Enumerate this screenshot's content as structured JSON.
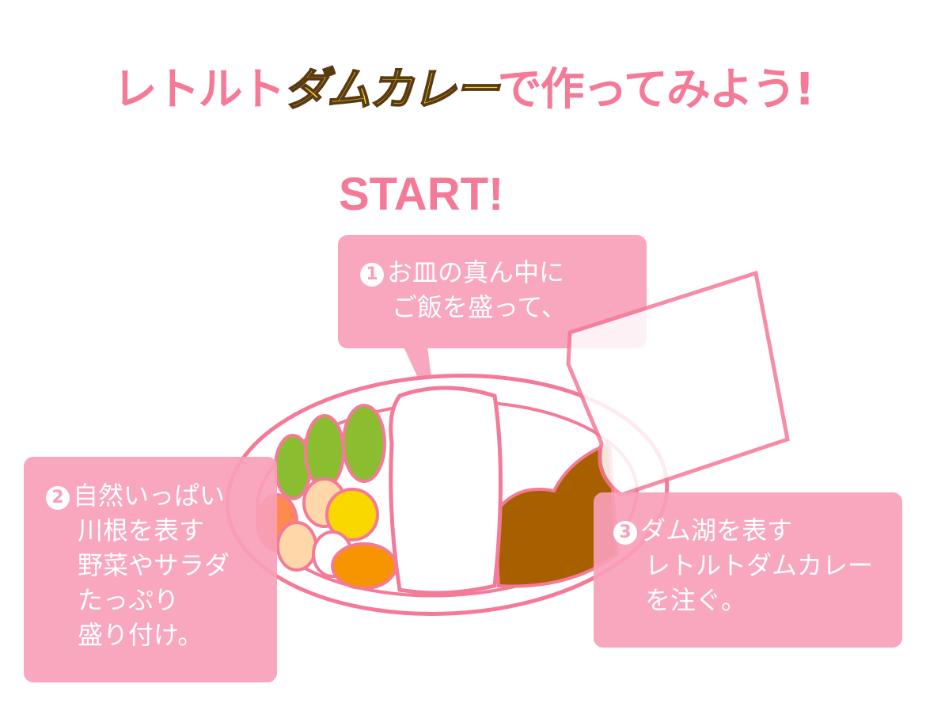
{
  "title": {
    "part1": "レトルト",
    "part2": "ダムカレー",
    "part3": "で作ってみよう!"
  },
  "start_label": "START!",
  "steps": [
    {
      "number": "1",
      "lines": [
        "お皿の真ん中に",
        "ご飯を盛って、"
      ]
    },
    {
      "number": "2",
      "lines": [
        "自然いっぱい",
        "川根を表す",
        "野菜やサラダ",
        "たっぷり",
        "盛り付け。"
      ]
    },
    {
      "number": "3",
      "lines": [
        "ダム湖を表す",
        "レトルトダムカレー",
        "を注ぐ。"
      ]
    }
  ],
  "colors": {
    "accent": "#f47a98",
    "callout": "#f9a0b9",
    "curry": "#a85f00",
    "green": "#8bbd30",
    "yellow": "#f9d800",
    "orange": "#f79500"
  }
}
